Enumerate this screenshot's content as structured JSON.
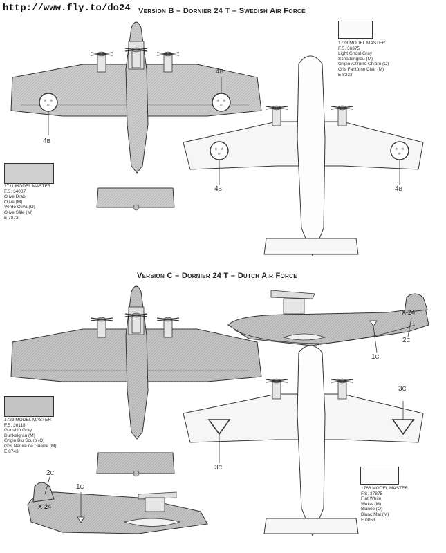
{
  "header_url": "http://www.fly.to/do24",
  "version_b_title": "Version B – Dornier 24 T – Swedish Air Force",
  "version_c_title": "Version C – Dornier 24 T – Dutch Air Force",
  "legend_1728": [
    "1728 MODEL MASTER",
    "F.S. 36375",
    "Light Ghost Gray",
    "Schattengrau (M)",
    "Grigio Azzurro Chiaro (O)",
    "Gris Fantôme Clair (M)",
    "E 8333"
  ],
  "legend_1711": [
    "1711 MODEL MASTER",
    "F.S. 34087",
    "Olive Drab",
    "Olive (M)",
    "Verde Oliva (O)",
    "Olive Sâle (M)",
    "E 7873"
  ],
  "legend_1723": [
    "1723 MODEL MASTER",
    "F.S. 36118",
    "Gunship Gray",
    "Dunkelgrau (M)",
    "Grigio Blu Scuro (O)",
    "Gris Nanire de Guerre (M)",
    "E 8743"
  ],
  "legend_1768": [
    "1768 MODEL MASTER",
    "F.S. 37875",
    "Flat White",
    "Weiss (M)",
    "Bianco (O)",
    "Blanc Mat (M)",
    "E 0053"
  ],
  "callouts": {
    "b_top_right": "4",
    "b_top_left": "4",
    "b_bottom_left": "4",
    "b_bottom_right": "4",
    "b_sub": "B",
    "c_side_1": "1",
    "c_side_2": "2",
    "c_under_right": "3",
    "c_under_left": "3",
    "c_side2_2": "2",
    "c_side2_1": "1",
    "c_sub": "C"
  },
  "markings": {
    "tail_code": "X-24"
  },
  "colors": {
    "olive": "#c9c9c9",
    "gunship": "#bdbdbd",
    "light": "#f4f4f4",
    "line": "#333333"
  }
}
